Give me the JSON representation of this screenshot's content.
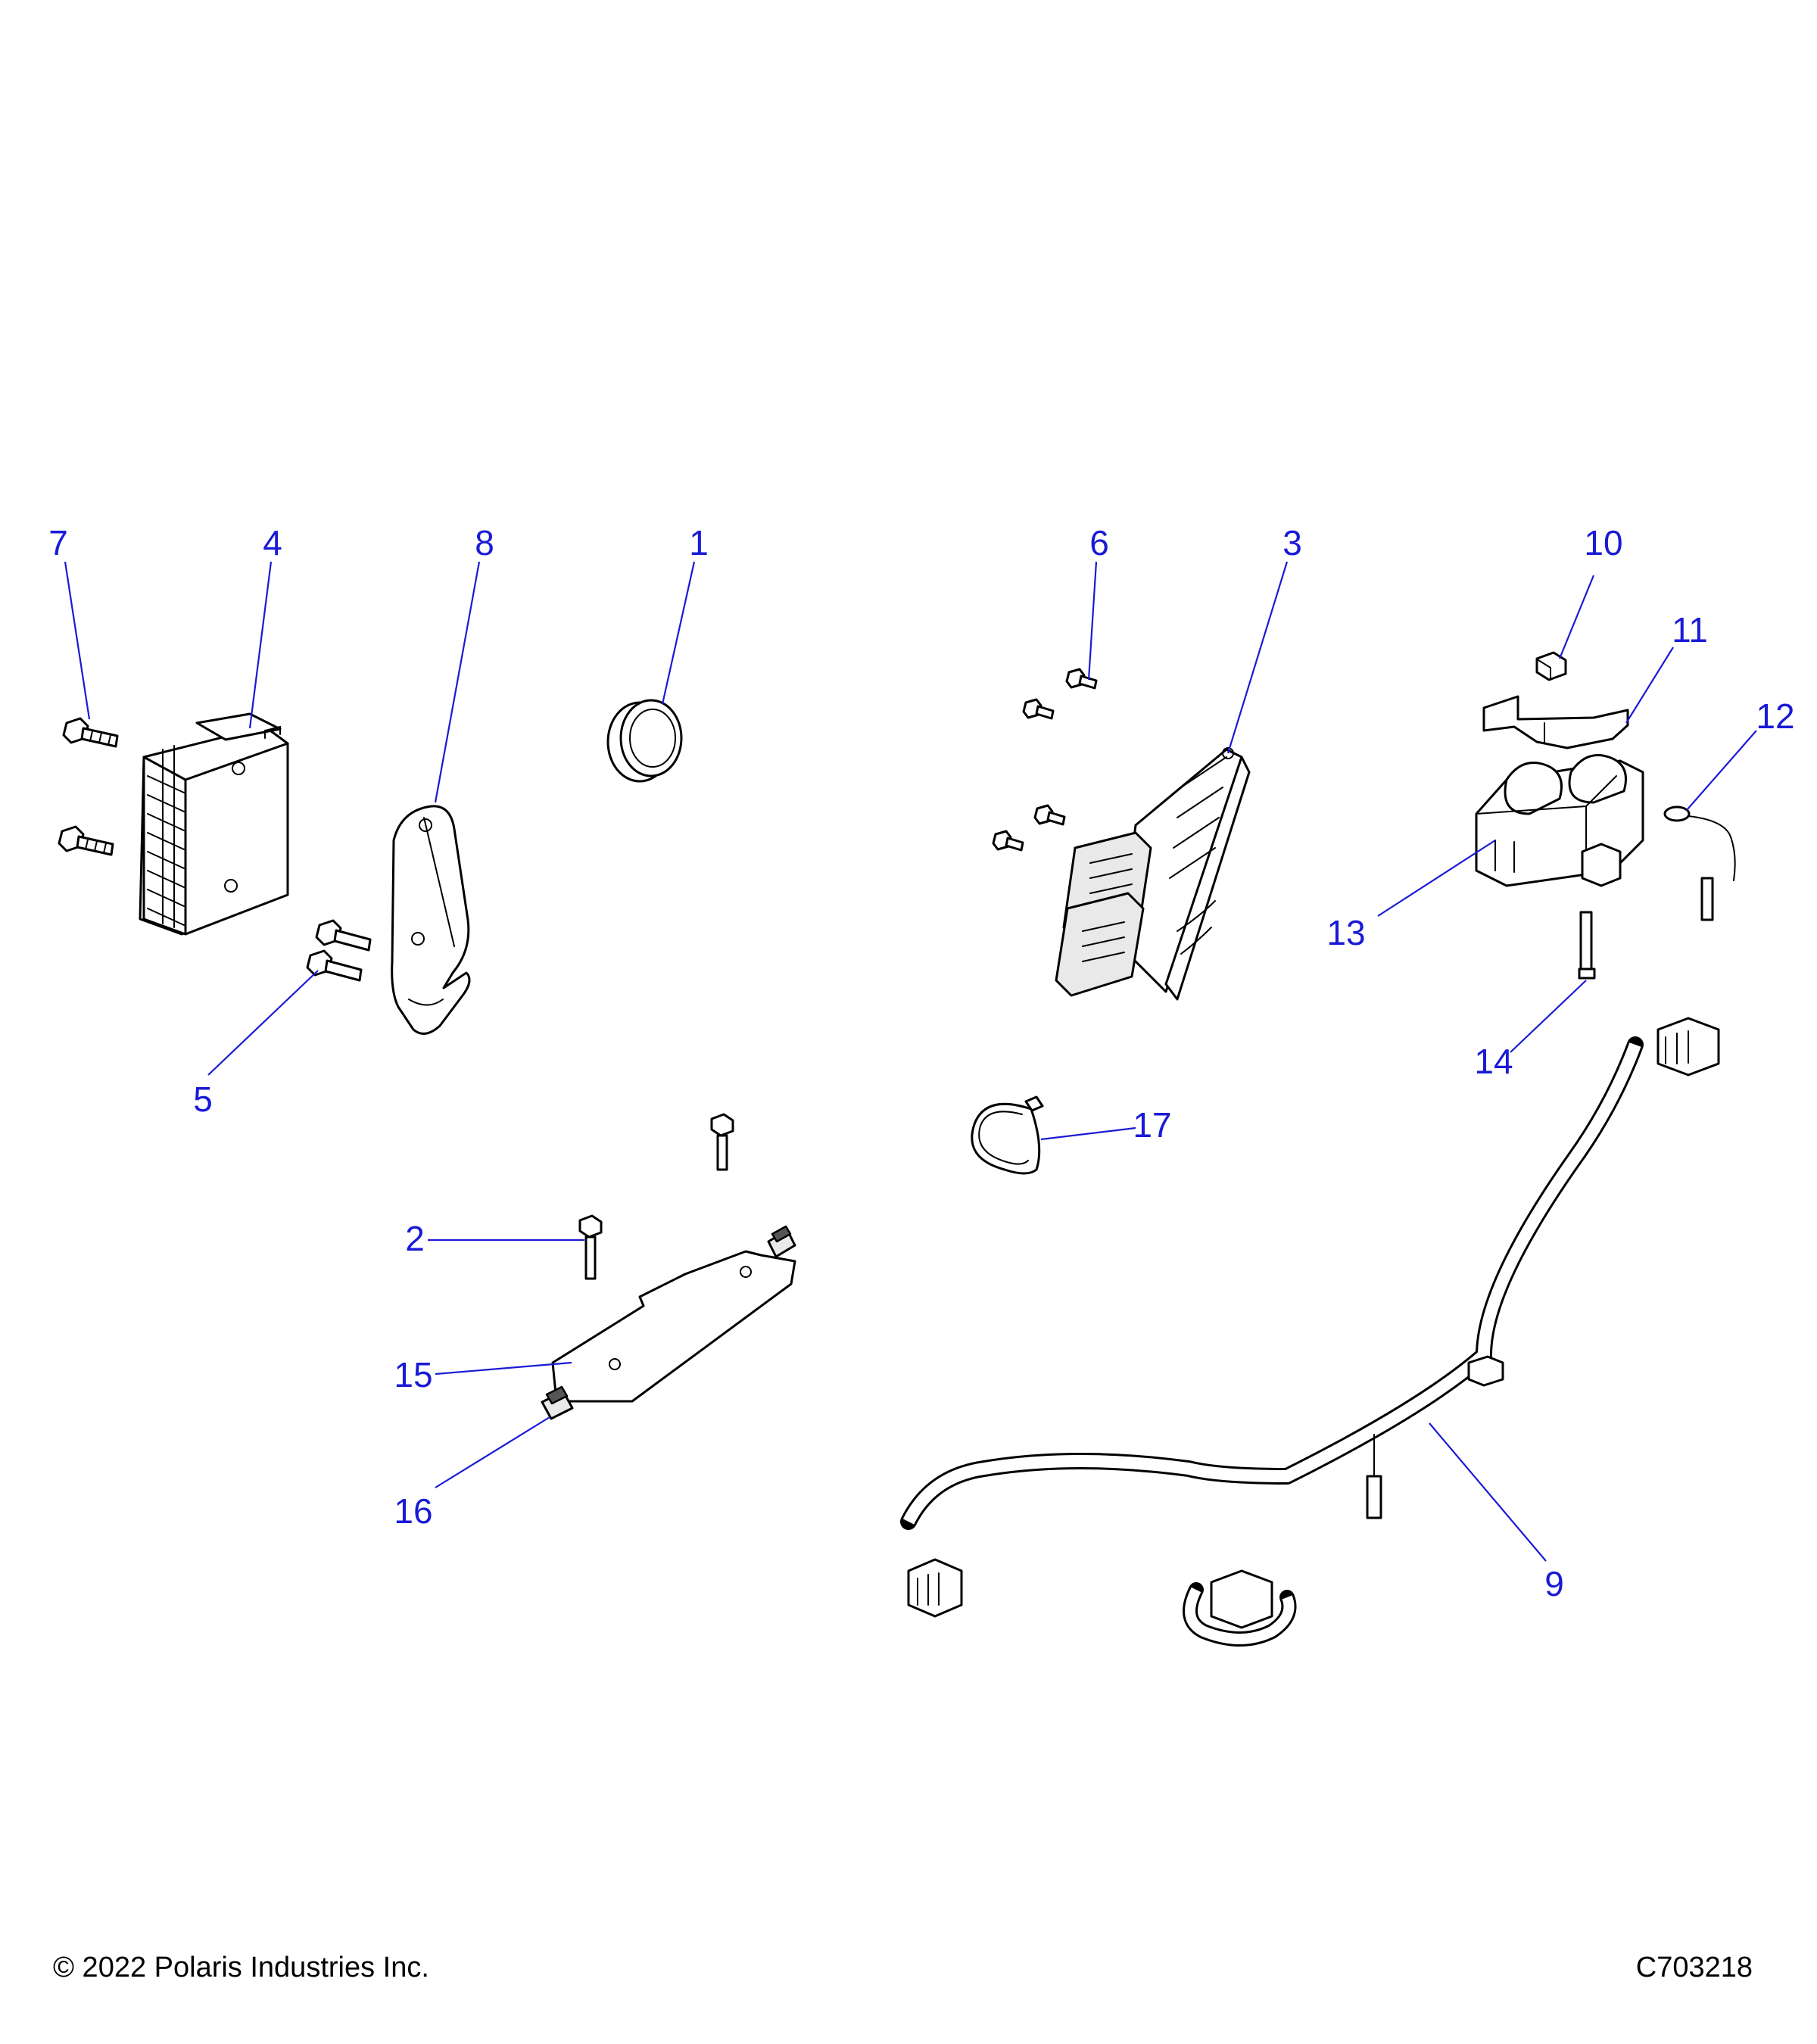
{
  "callouts": {
    "c1": "1",
    "c2": "2",
    "c3": "3",
    "c4": "4",
    "c5": "5",
    "c6": "6",
    "c7": "7",
    "c8": "8",
    "c9": "9",
    "c10": "10",
    "c11": "11",
    "c12": "12",
    "c13": "13",
    "c14": "14",
    "c15": "15",
    "c16": "16",
    "c17": "17"
  },
  "footer": {
    "copyright": "© 2022 Polaris Industries Inc.",
    "drawing_id": "C703218"
  },
  "colors": {
    "callout": "#1a1ad6",
    "line_art": "#000000",
    "background": "#ffffff"
  }
}
